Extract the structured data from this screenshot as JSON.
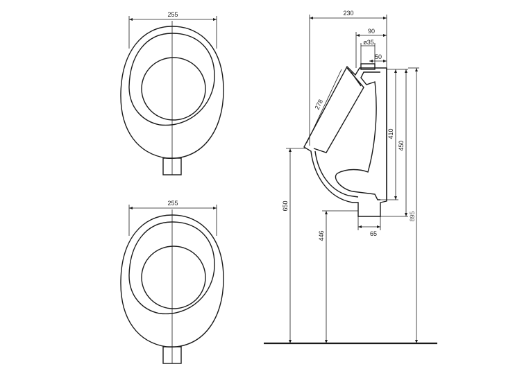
{
  "dimensions": {
    "front_top_width": "255",
    "front_bottom_width": "255",
    "depth_total": "230",
    "inlet_offset": "90",
    "inlet_diameter": "ø35",
    "inlet_depth": "50",
    "flush_length": "278",
    "rim_height": "650",
    "outlet_height": "446",
    "inner_height_410": "410",
    "inner_height_450": "450",
    "total_height": "895",
    "outlet_width": "65"
  }
}
